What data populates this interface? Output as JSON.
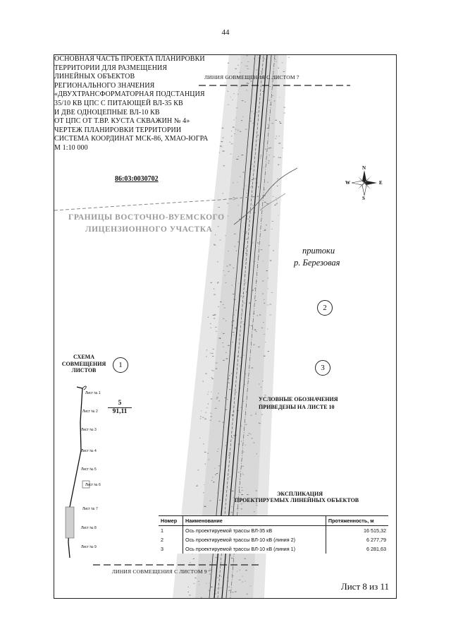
{
  "page_number": "44",
  "title_lines": [
    "ОСНОВНАЯ ЧАСТЬ ПРОЕКТА ПЛАНИРОВКИ",
    "ТЕРРИТОРИИ ДЛЯ РАЗМЕЩЕНИЯ",
    "ЛИНЕЙНЫХ ОБЪЕКТОВ",
    "РЕГИОНАЛЬНОГО ЗНАЧЕНИЯ",
    "«ДВУХТРАНСФОРМАТОРНАЯ ПОДСТАНЦИЯ",
    "35/10 КВ ЦПС С ПИТАЮЩЕЙ ВЛ-35 КВ",
    "И ДВЕ ОДНОЦЕПНЫЕ ВЛ-10 КВ",
    "ОТ ЦПС ОТ Т.ВР. КУСТА СКВАЖИН № 4»",
    "ЧЕРТЕЖ ПЛАНИРОВКИ ТЕРРИТОРИИ",
    "СИСТЕМА КООРДИНАТ МСК-86, ХМАО-ЮГРА",
    "М 1:10 000"
  ],
  "labels": {
    "line_top": "ЛИНИЯ СОВМЕЩЕНИЯ С ЛИСТОМ 7",
    "line_bottom": "ЛИНИЯ СОВМЕЩЕНИЯ С ЛИСТОМ 9",
    "cadastral": "86:03:0030702",
    "boundary_1": "ГРАНИЦЫ ВОСТОЧНО-ВУЕМСКОГО",
    "boundary_2": "ЛИЦЕНЗИОННОГО УЧАСТКА",
    "river_1": "притоки",
    "river_2": "р. Березовая",
    "scheme": "СХЕМА СОВМЕЩЕНИЯ ЛИСТОВ",
    "legend_1": "УСЛОВНЫЕ ОБОЗНАЧЕНИЯ",
    "legend_2": "ПРИВЕДЕНЫ НА ЛИСТЕ 10",
    "expl_1": "ЭКСПЛИКАЦИЯ",
    "expl_2": "ПРОЕКТИРУЕМЫХ ЛИНЕЙНЫХ ОБЪЕКТОВ",
    "sheet": "Лист 8 из 11",
    "circle_1": "1",
    "circle_2": "2",
    "circle_3": "3",
    "frac_num": "5",
    "frac_den": "91,11"
  },
  "compass": {
    "n": "N",
    "s": "S",
    "w": "W",
    "e": "E"
  },
  "mini_sheets": [
    "Лист № 1",
    "Лист № 2",
    "Лист № 3",
    "Лист № 4",
    "Лист № 5",
    "Лист № 6",
    "Лист № 7",
    "Лист № 8",
    "Лист № 9"
  ],
  "table": {
    "headers": [
      "Номер",
      "Наименование",
      "Протяженность, м"
    ],
    "rows": [
      [
        "1",
        "Ось проектируемой трассы ВЛ-35 кВ",
        "16 515,32"
      ],
      [
        "2",
        "Ось проектируемой трассы ВЛ-10 кВ (линия 2)",
        "6 277,79"
      ],
      [
        "3",
        "Ось проектируемой трассы ВЛ-10 кВ (линия 1)",
        "6 281,63"
      ]
    ]
  },
  "colors": {
    "ink": "#111111",
    "boundary": "#9a9a9a",
    "forest": "#c9c9c9"
  }
}
